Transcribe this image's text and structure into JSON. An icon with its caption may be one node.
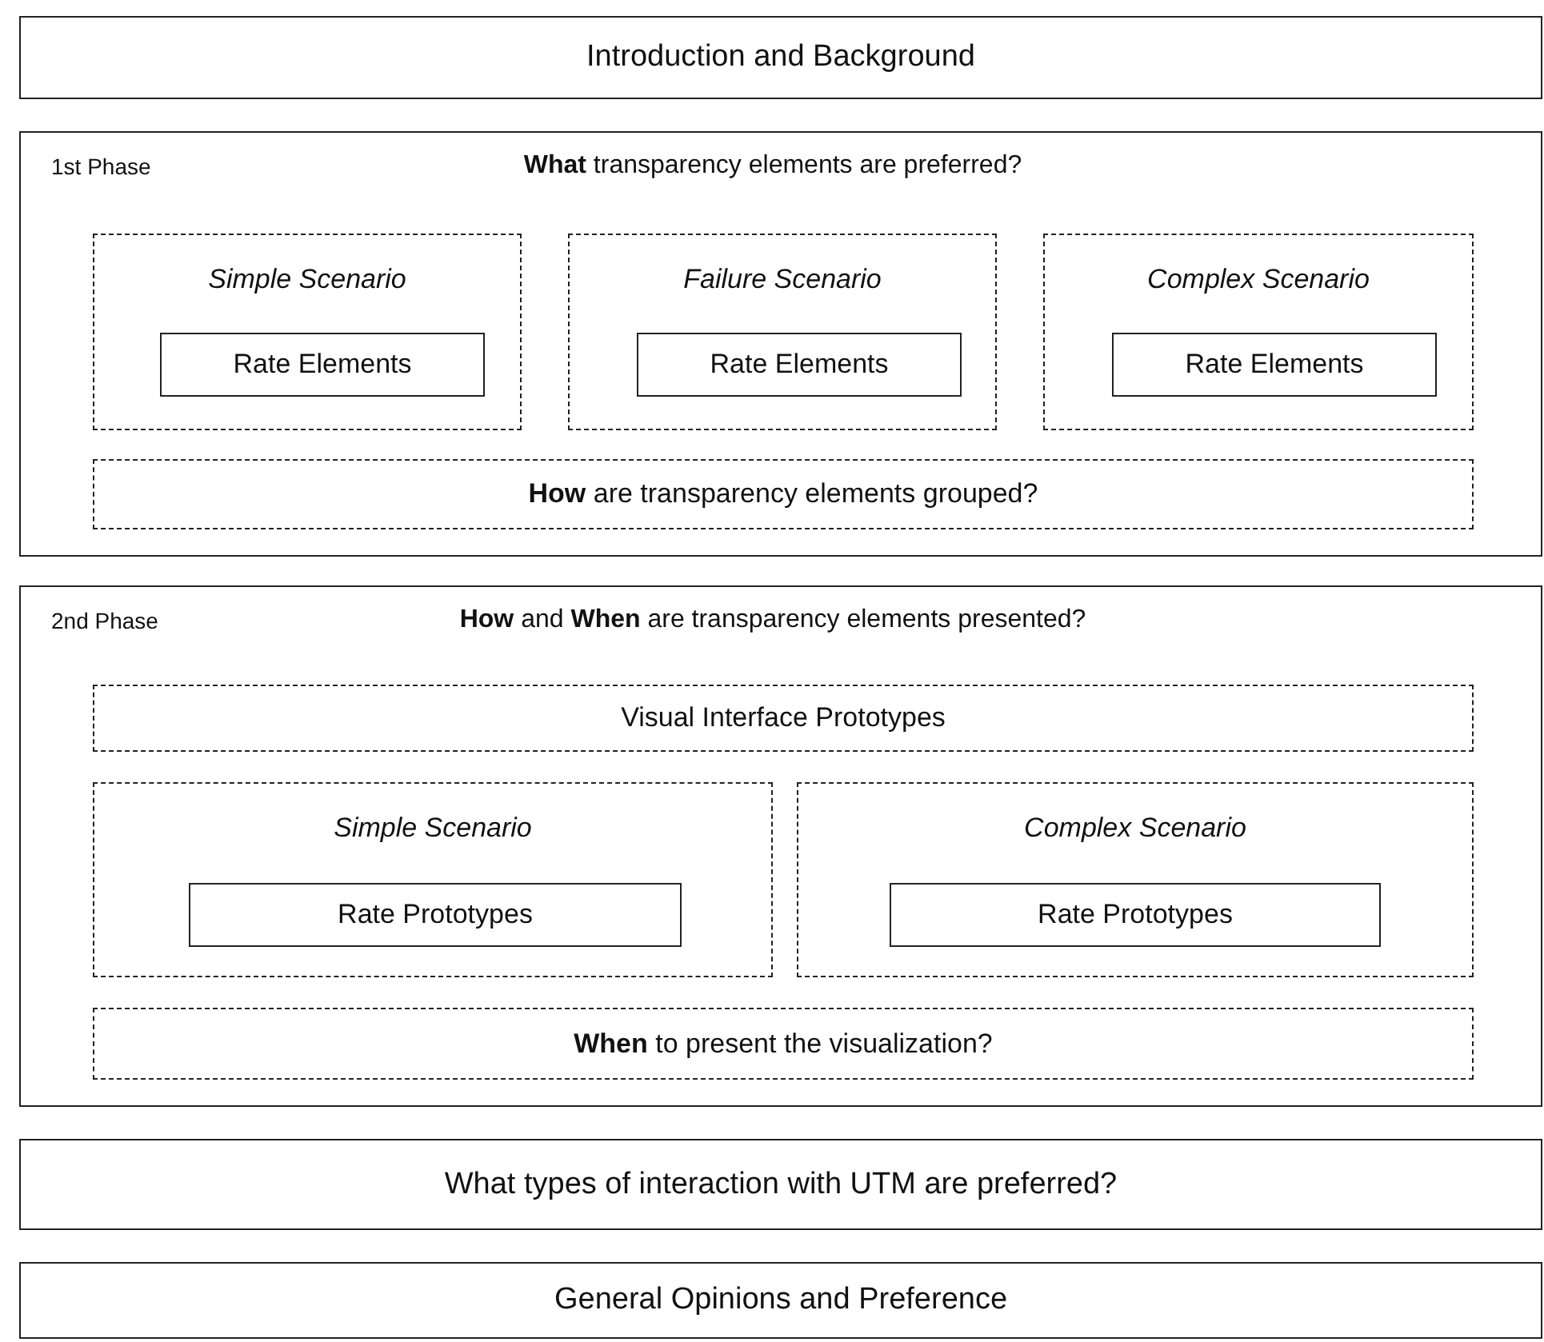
{
  "diagram": {
    "nodes": [
      {
        "text": [
          "Introduction and Background"
        ]
      },
      {
        "text": [
          "1st Phase",
          "**What** transparency elements are preferred?"
        ]
      },
      {
        "text": [
          "Simple Scenario"
        ],
        "in": 1
      },
      {
        "text": [
          "Rate Elements"
        ],
        "in": 2
      },
      {
        "text": [
          "Failure Scenario"
        ],
        "in": 1
      },
      {
        "text": [
          "Rate Elements"
        ],
        "in": 4
      },
      {
        "text": [
          "Complex Scenario"
        ],
        "in": 1
      },
      {
        "text": [
          "Rate Elements"
        ],
        "in": 6
      },
      {
        "text": [
          "**How** are transparency elements grouped?"
        ],
        "in": 1
      },
      {
        "text": [
          "2nd Phase",
          "**How** and **When** are transparency elements presented?"
        ]
      },
      {
        "text": [
          "Visual Interface Prototypes"
        ],
        "in": 9
      },
      {
        "text": [
          "Simple Scenario"
        ],
        "in": 9
      },
      {
        "text": [
          "Rate Prototypes"
        ],
        "in": 11
      },
      {
        "text": [
          "Complex Scenario"
        ],
        "in": 9
      },
      {
        "text": [
          "Rate Prototypes"
        ],
        "in": 13
      },
      {
        "text": [
          "**When** to present the visualization?"
        ],
        "in": 9
      },
      {
        "text": [
          "What types of interaction with UTM are preferred?"
        ]
      },
      {
        "text": [
          "General Opinions and Preference"
        ]
      }
    ]
  }
}
